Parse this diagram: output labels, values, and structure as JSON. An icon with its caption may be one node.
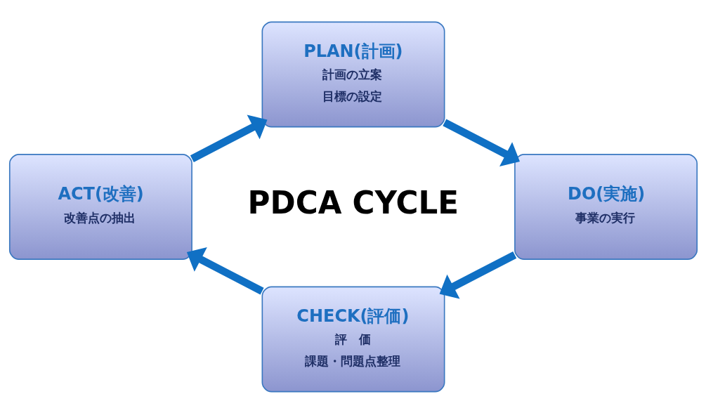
{
  "diagram": {
    "nodes": [
      {
        "text": [
          "PLAN(計画)",
          "計画の立案",
          "目標の設定"
        ]
      },
      {
        "text": [
          "DO(実施)",
          "事業の実行"
        ]
      },
      {
        "text": [
          "CHECK(評価)",
          "評　価",
          "課題・問題点整理"
        ]
      },
      {
        "text": [
          "ACT(改善)",
          "改善点の抽出"
        ]
      }
    ],
    "edges": [
      {
        "from": 0,
        "to": 1,
        "arrow": "to"
      },
      {
        "from": 1,
        "to": 2,
        "arrow": "to"
      },
      {
        "from": 2,
        "to": 3,
        "arrow": "to"
      },
      {
        "from": 3,
        "to": 0,
        "arrow": "to"
      }
    ],
    "labels": [
      "PDCA CYCLE"
    ]
  }
}
